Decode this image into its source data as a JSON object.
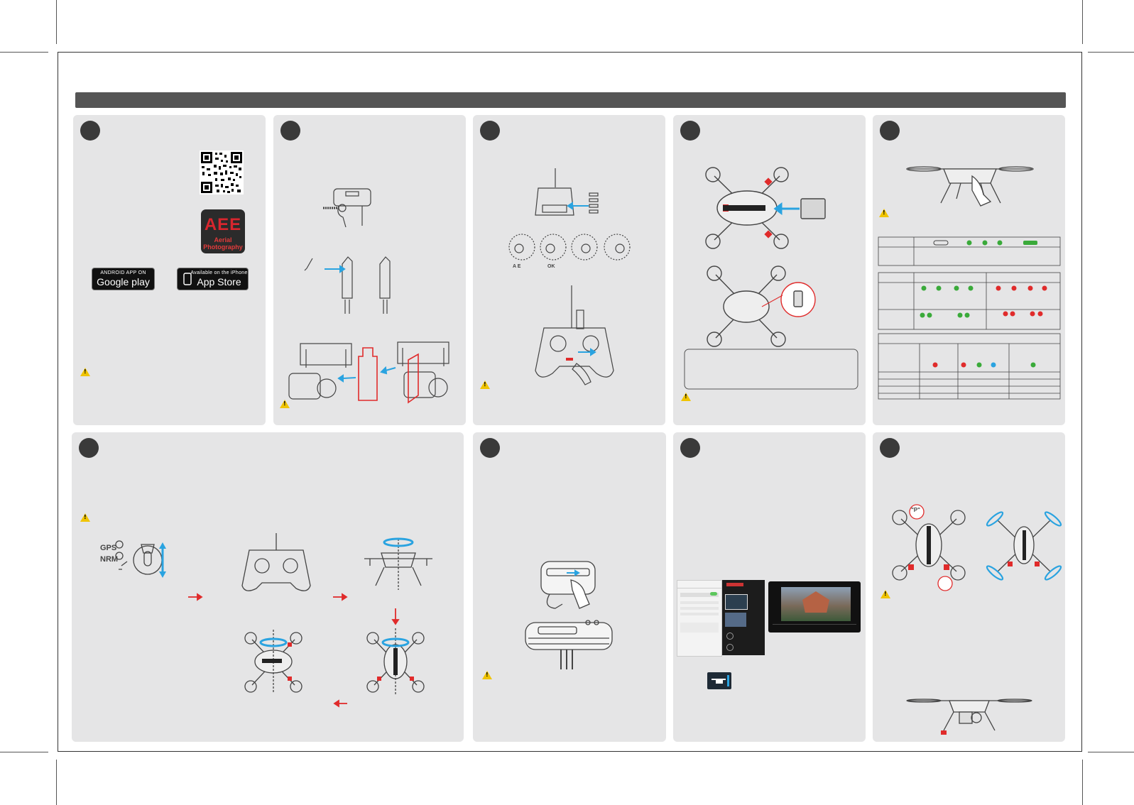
{
  "stores": {
    "android_small": "ANDROID APP ON",
    "android_big": "Google play",
    "ios_small": "Available on the iPhone",
    "ios_big": "App Store"
  },
  "brand": {
    "logo_text": "AEE",
    "logo_sub": "Aerial Photography"
  },
  "remote_switches": {
    "label_a": "A E",
    "label_ok": "OK"
  },
  "flight_modes": {
    "gps": "GPS",
    "nrm": "NRM"
  },
  "callouts": {
    "p_label": "\"P\""
  },
  "colors": {
    "arrow_blue": "#2aa3e0",
    "accent_red": "#e02b2b",
    "led_green": "#3aaa3a",
    "led_red": "#e02b2b",
    "warning_yellow": "#f0c400"
  },
  "icons": [
    "qr-code-icon",
    "warning-icon",
    "android-icon",
    "apple-icon"
  ]
}
